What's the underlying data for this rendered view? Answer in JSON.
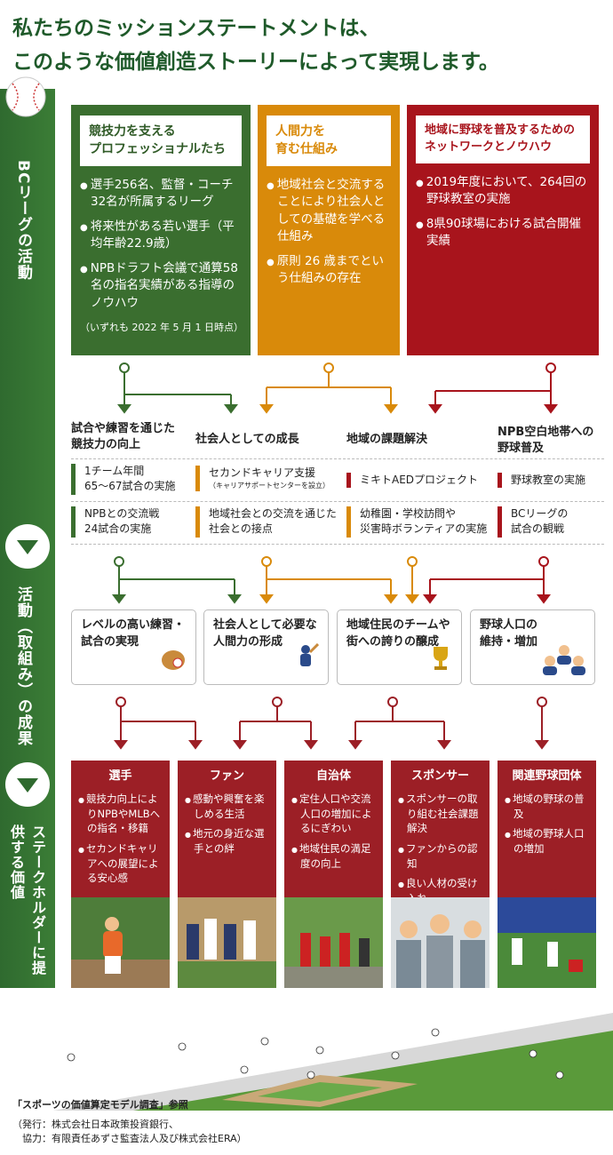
{
  "title": {
    "line1": "私たちのミッションステートメントは、",
    "line2": "このような価値創造ストーリーによって実現します。"
  },
  "sidebar": {
    "section1": "BCリーグの活動",
    "section2": "活動（取組み）の成果",
    "section3": "ステークホルダーに提供する価値"
  },
  "columns": [
    {
      "head": "競技力を支える\nプロフェッショナルたち",
      "items": [
        "選手256名、監督・コーチ32名が所属するリーグ",
        "将来性がある若い選手（平均年齢22.9歳）",
        "NPBドラフト会議で通算58名の指名実績がある指導のノウハウ"
      ],
      "note": "（いずれも 2022 年 5 月 1 日時点）"
    },
    {
      "head": "人間力を\n育む仕組み",
      "items": [
        "地域社会と交流することにより社会人としての基礎を学べる仕組み",
        "原則 26 歳までという仕組みの存在"
      ]
    },
    {
      "head": "地域に野球を普及するための\nネットワークとノウハウ",
      "items": [
        "2019年度において、264回の野球教室の実施",
        "8県90球場における試合開催実績"
      ]
    }
  ],
  "categories": [
    {
      "title": "試合や練習を通じた\n競技力の向上",
      "item1": "1チーム年間\n65〜67試合の実施",
      "item2": "NPBとの交流戦\n24試合の実施"
    },
    {
      "title": "社会人としての成長",
      "item1": "セカンドキャリア支援",
      "item1_sub": "（キャリアサポートセンターを設立）",
      "item2": "地域社会との交流を通じた\n社会との接点"
    },
    {
      "title": "地域の課題解決",
      "item1": "ミキトAEDプロジェクト",
      "item2": "幼稚園・学校訪問や\n災害時ボランティアの実施"
    },
    {
      "title": "NPB空白地帯への\n野球普及",
      "item1": "野球教室の実施",
      "item2": "BCリーグの\n試合の観戦"
    }
  ],
  "outcomes": [
    {
      "label": "レベルの高い練習・\n試合の実現",
      "icon": "glove-icon"
    },
    {
      "label": "社会人として必要な\n人間力の形成",
      "icon": "batter-icon"
    },
    {
      "label": "地域住民のチームや\n街への誇りの醸成",
      "icon": "trophy-icon"
    },
    {
      "label": "野球人口の\n維持・増加",
      "icon": "people-icon"
    }
  ],
  "stakeholders": [
    {
      "name": "選手",
      "items": [
        "競技力向上によりNPBやMLBへの指名・移籍",
        "セカンドキャリアへの展望による安心感"
      ]
    },
    {
      "name": "ファン",
      "items": [
        "感動や興奮を楽しめる生活",
        "地元の身近な選手との絆"
      ]
    },
    {
      "name": "自治体",
      "items": [
        "定住人口や交流人口の増加によるにぎわい",
        "地域住民の満足度の向上"
      ]
    },
    {
      "name": "スポンサー",
      "items": [
        "スポンサーの取り組む社会課題解決",
        "ファンからの認知",
        "良い人材の受け入れ"
      ]
    },
    {
      "name": "関連野球団体",
      "items": [
        "地域の野球の普及",
        "地域の野球人口の増加"
      ]
    }
  ],
  "footer": {
    "line1": "「スポーツの価値算定モデル調査」参照",
    "line2": "（発行：株式会社日本政策投資銀行、",
    "line3": "　協力：有限責任あずさ監査法人及び株式会社ERA）"
  },
  "colors": {
    "green": "#3a6e2f",
    "orange": "#d98a0a",
    "red": "#a8141c",
    "dark_red": "#9c1f26"
  }
}
